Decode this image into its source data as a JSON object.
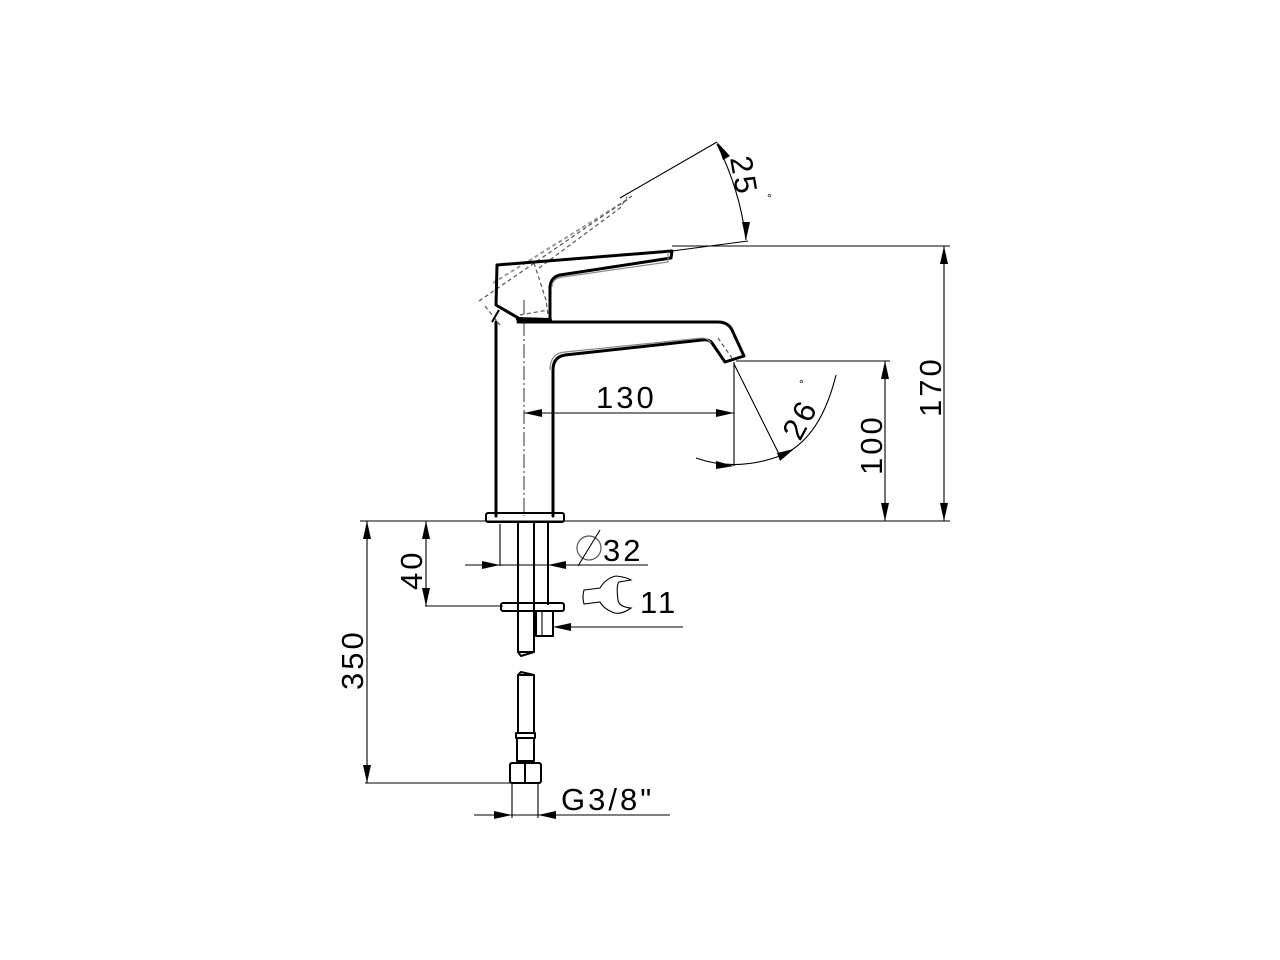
{
  "drawing": {
    "title": "Basin mixer side elevation with dimensions",
    "units": "mm",
    "dimensions": {
      "lever_angle": "25",
      "spout_angle": "26",
      "degree_symbol": "°",
      "spout_reach": "130",
      "spout_height": "100",
      "total_height": "170",
      "hose_length": "350",
      "max_deck_thickness": "40",
      "hole_diameter_symbol": "∅",
      "hole_diameter": "32",
      "wrench_size": "11",
      "connection_thread": "G3/8\""
    },
    "icons": {
      "wrench": "wrench-icon",
      "diameter": "diameter-icon"
    },
    "colors": {
      "line": "#000000",
      "hidden_line": "#8a8a8a",
      "background": "#ffffff"
    }
  }
}
